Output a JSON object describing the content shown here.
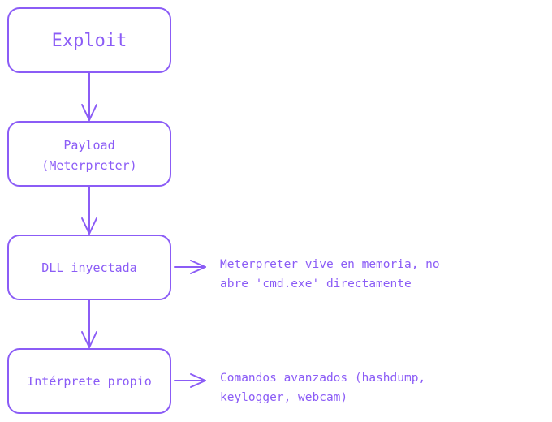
{
  "colors": {
    "stroke": "#8b5cf6",
    "text": "#8b5cf6",
    "background": "#ffffff"
  },
  "nodes": [
    {
      "id": "exploit",
      "lines": [
        "Exploit"
      ]
    },
    {
      "id": "payload",
      "lines": [
        "Payload",
        "(Meterpreter)"
      ]
    },
    {
      "id": "dll",
      "lines": [
        "DLL inyectada"
      ]
    },
    {
      "id": "interpreter",
      "lines": [
        "Intérprete propio"
      ]
    }
  ],
  "notes": [
    {
      "id": "memory-note",
      "lines": [
        "Meterpreter vive en memoria, no",
        "abre 'cmd.exe' directamente"
      ]
    },
    {
      "id": "commands-note",
      "lines": [
        "Comandos avanzados (hashdump,",
        "keylogger, webcam)"
      ]
    }
  ]
}
